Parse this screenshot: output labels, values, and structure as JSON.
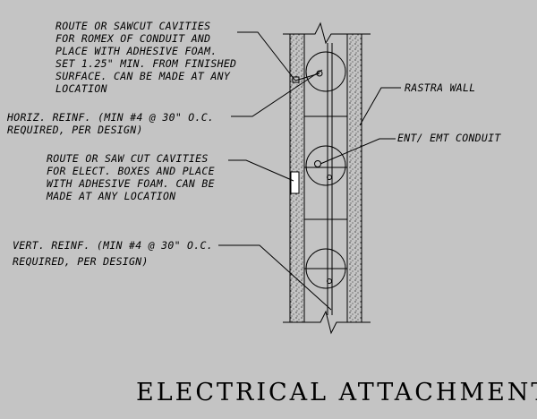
{
  "notes": {
    "romex": [
      "ROUTE OR SAWCUT CAVITIES",
      "FOR ROMEX OF CONDUIT AND",
      "PLACE WITH ADHESIVE FOAM.",
      "SET 1.25\" MIN. FROM FINISHED",
      "SURFACE. CAN BE MADE AT ANY",
      "LOCATION"
    ],
    "horiz_reinf": [
      "HORIZ. REINF. (MIN #4 @ 30\" O.C.",
      "REQUIRED, PER DESIGN)"
    ],
    "boxes": [
      "ROUTE OR SAW CUT CAVITIES",
      "FOR ELECT. BOXES AND PLACE",
      "WITH ADHESIVE FOAM. CAN BE",
      "MADE AT ANY LOCATION"
    ],
    "vert_reinf": [
      "VERT. REINF. (MIN #4 @ 30\" O.C.",
      "REQUIRED, PER DESIGN)"
    ],
    "rastra_wall": "RASTRA WALL",
    "conduit": "ENT/ EMT CONDUIT"
  },
  "title": "ELECTRICAL ATTACHMENTS"
}
